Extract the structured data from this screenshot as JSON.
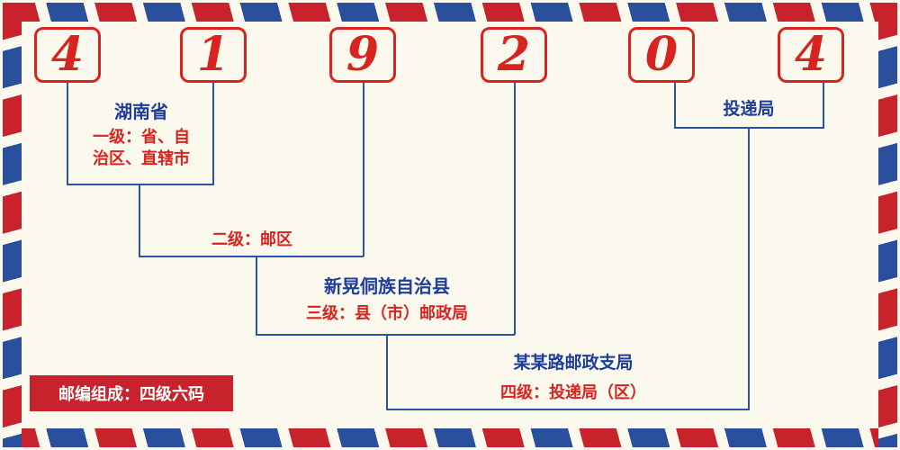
{
  "colors": {
    "digit_red": "#d8231f",
    "stripe_red": "#c8232c",
    "stripe_blue": "#2a4f9c",
    "line_blue": "#2a55a5",
    "label_blue": "#1d3d99",
    "badge_bg": "#c8232c",
    "badge_text": "#ffffff"
  },
  "postal_code": {
    "digits": [
      "4",
      "1",
      "9",
      "2",
      "0",
      "4"
    ]
  },
  "levels": {
    "level1": {
      "region": "湖南省",
      "desc_line1": "一级：省、自",
      "desc_line2": "治区、直辖市"
    },
    "level2": {
      "desc": "二级：邮区"
    },
    "level3": {
      "region": "新晃侗族自治县",
      "desc": "三级：县（市）邮政局"
    },
    "level4": {
      "region": "某某路邮政支局",
      "desc": "四级：投递局（区）"
    },
    "delivery": {
      "label": "投递局"
    }
  },
  "footer": {
    "composition_label": "邮编组成：四级六码"
  }
}
